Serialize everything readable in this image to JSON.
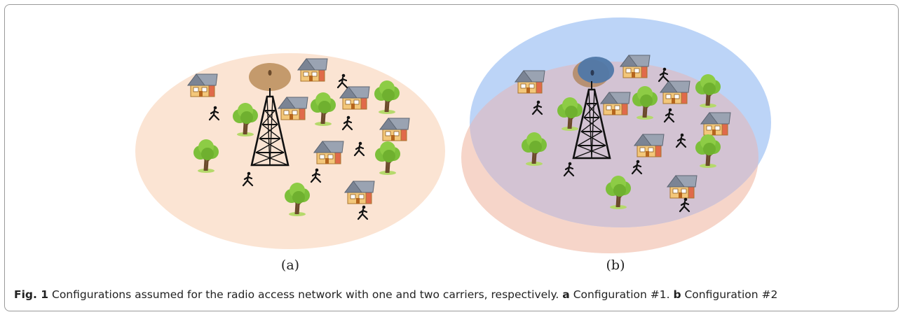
{
  "figure": {
    "panel_a_label": "(a)",
    "panel_b_label": "(b)",
    "caption": {
      "fig_label": "Fig. 1",
      "text": " Configurations assumed for the radio access network with one and two carriers, respectively. ",
      "a_label": "a",
      "a_text": " Configuration #1. ",
      "b_label": "b",
      "b_text": " Configuration #2"
    }
  },
  "colors": {
    "coverage_carrier1": "#fbe4d3",
    "coverage_carrier2": "#bcd4f7",
    "overlap": "#d3c3d3",
    "tower_cell_brown": "#c49a6c",
    "tower_cell_blue": "#4f78a8"
  }
}
